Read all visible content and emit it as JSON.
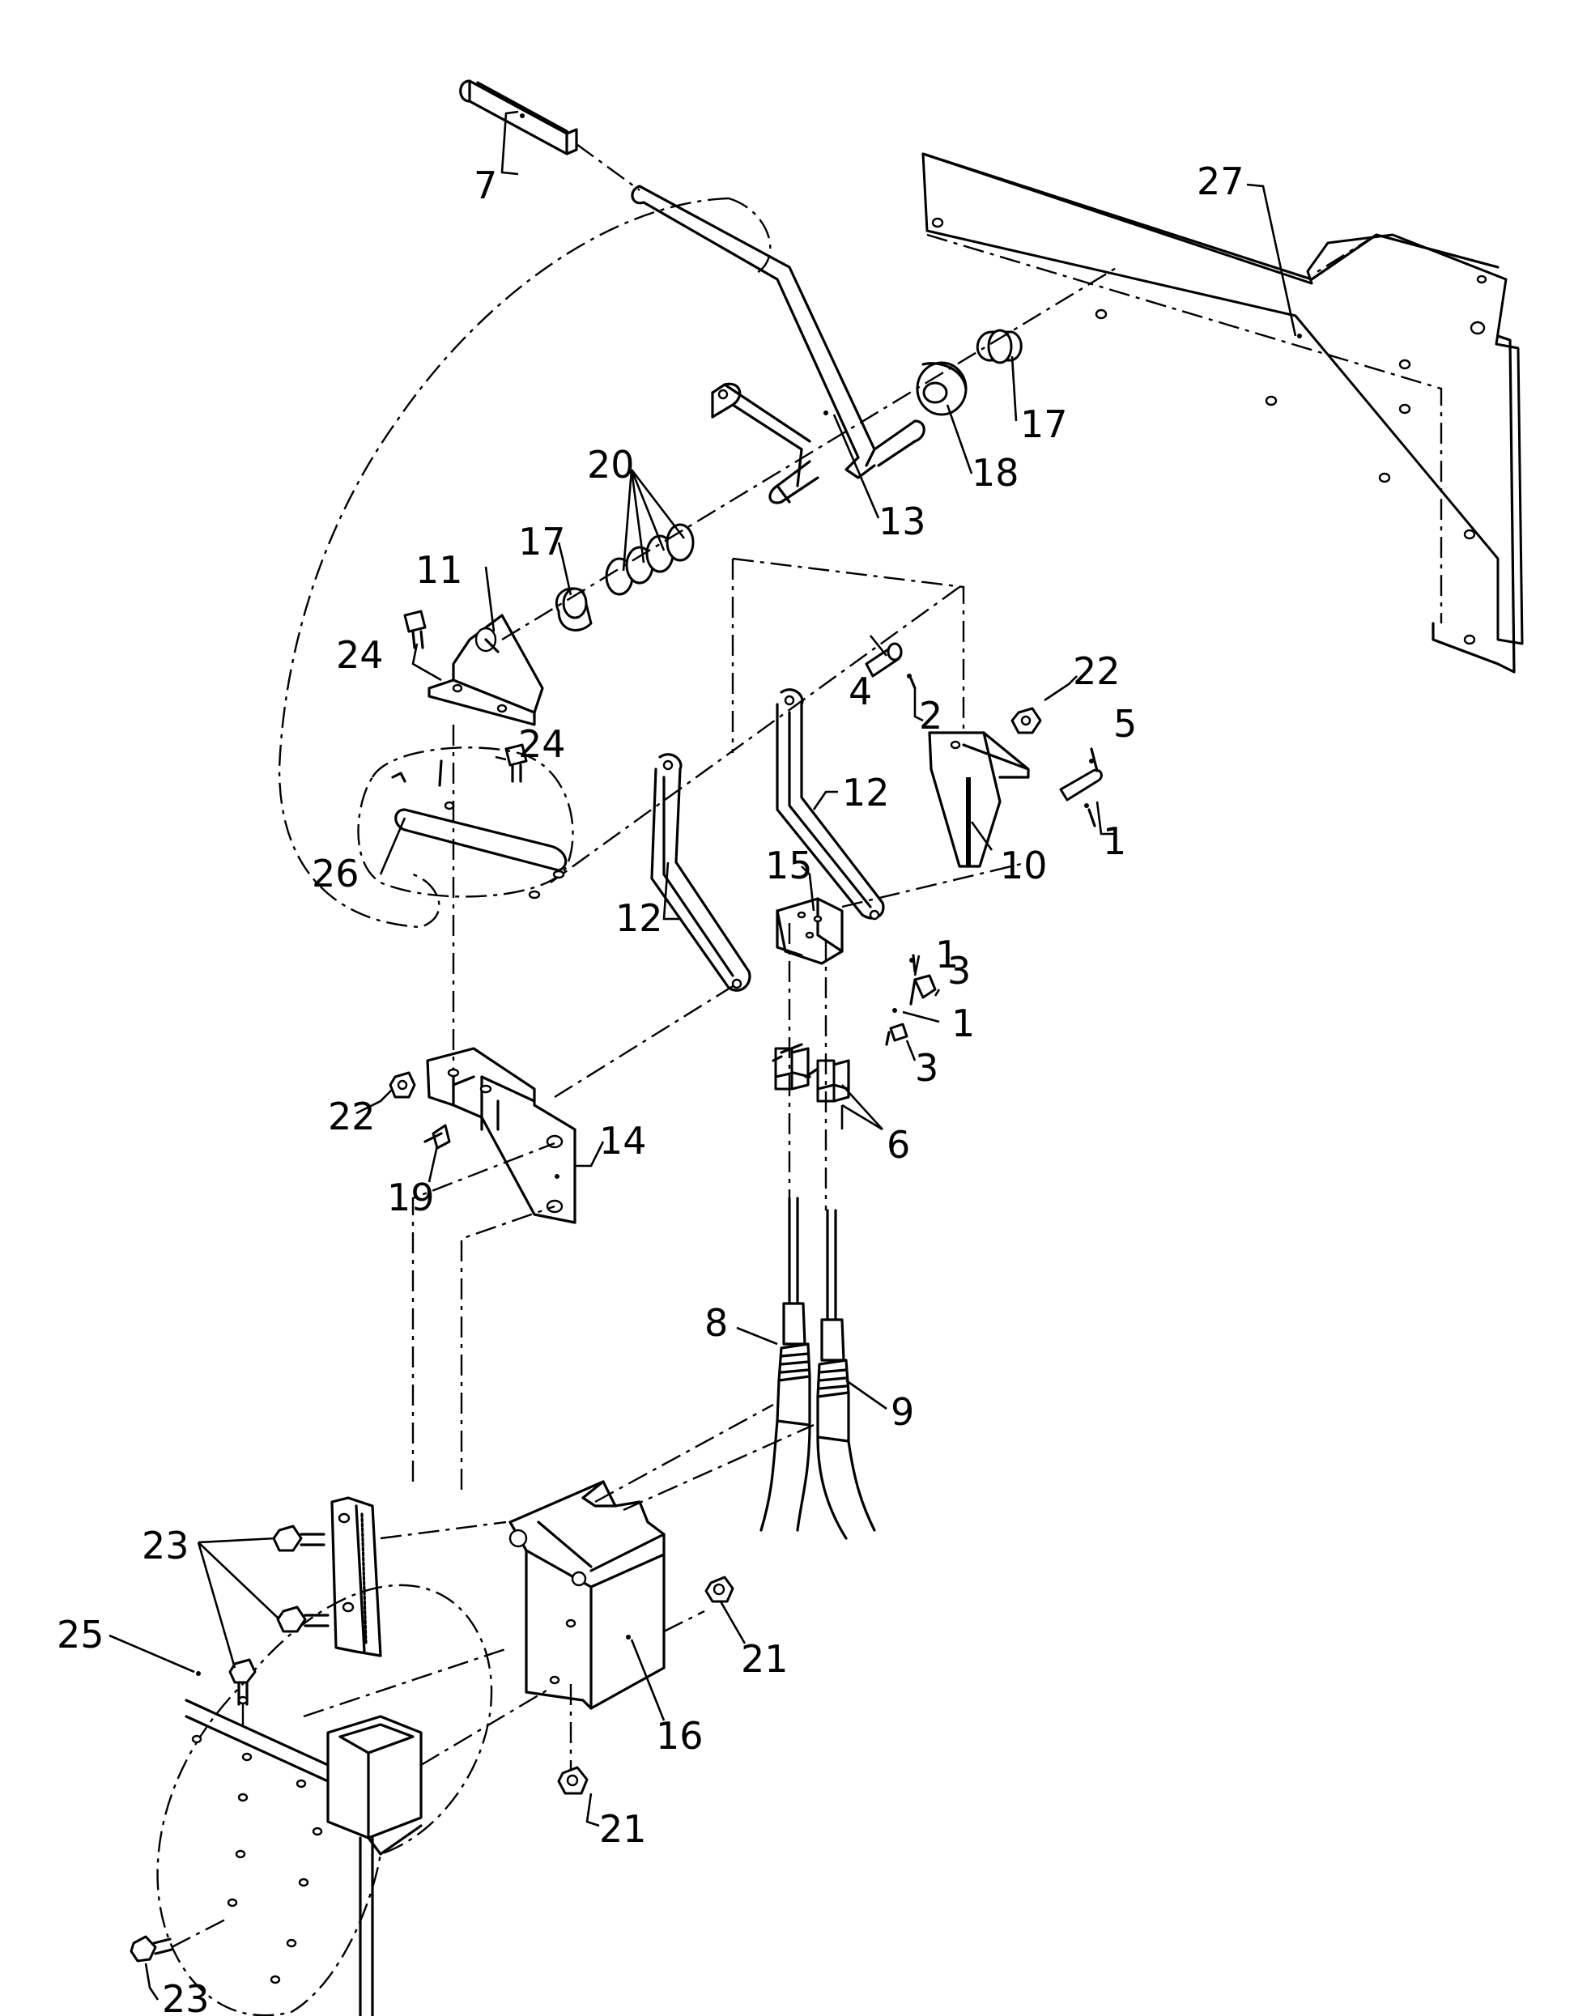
{
  "callouts": [
    {
      "id": "c1a",
      "label": "1"
    },
    {
      "id": "c1b",
      "label": "1"
    },
    {
      "id": "c1c",
      "label": "1"
    },
    {
      "id": "c2",
      "label": "2"
    },
    {
      "id": "c3a",
      "label": "3"
    },
    {
      "id": "c3b",
      "label": "3"
    },
    {
      "id": "c4",
      "label": "4"
    },
    {
      "id": "c5",
      "label": "5"
    },
    {
      "id": "c6",
      "label": "6"
    },
    {
      "id": "c7",
      "label": "7"
    },
    {
      "id": "c8",
      "label": "8"
    },
    {
      "id": "c9",
      "label": "9"
    },
    {
      "id": "c10",
      "label": "10"
    },
    {
      "id": "c11",
      "label": "11"
    },
    {
      "id": "c12a",
      "label": "12"
    },
    {
      "id": "c12b",
      "label": "12"
    },
    {
      "id": "c13",
      "label": "13"
    },
    {
      "id": "c14",
      "label": "14"
    },
    {
      "id": "c15",
      "label": "15"
    },
    {
      "id": "c16",
      "label": "16"
    },
    {
      "id": "c17a",
      "label": "17"
    },
    {
      "id": "c17b",
      "label": "17"
    },
    {
      "id": "c18",
      "label": "18"
    },
    {
      "id": "c19",
      "label": "19"
    },
    {
      "id": "c20",
      "label": "20"
    },
    {
      "id": "c21a",
      "label": "21"
    },
    {
      "id": "c21b",
      "label": "21"
    },
    {
      "id": "c22a",
      "label": "22"
    },
    {
      "id": "c22b",
      "label": "22"
    },
    {
      "id": "c23a",
      "label": "23"
    },
    {
      "id": "c23b",
      "label": "23"
    },
    {
      "id": "c24a",
      "label": "24"
    },
    {
      "id": "c24b",
      "label": "24"
    },
    {
      "id": "c25",
      "label": "25"
    },
    {
      "id": "c26",
      "label": "26"
    },
    {
      "id": "c27",
      "label": "27"
    }
  ]
}
